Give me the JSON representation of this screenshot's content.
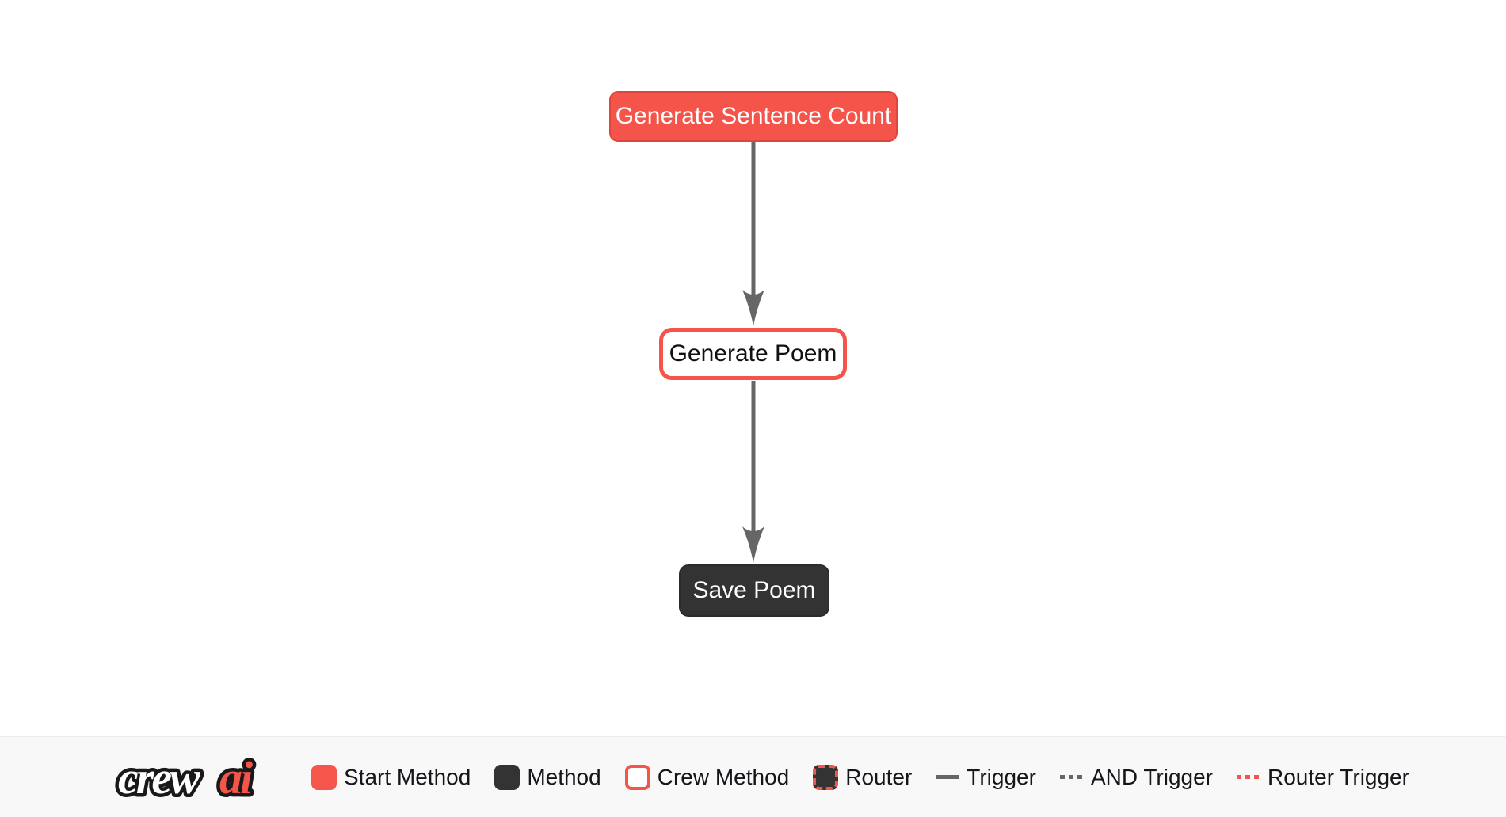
{
  "diagram": {
    "nodes": [
      {
        "id": "generate_sentence_count",
        "label": "Generate Sentence Count",
        "type": "start-method"
      },
      {
        "id": "generate_poem",
        "label": "Generate Poem",
        "type": "crew-method"
      },
      {
        "id": "save_poem",
        "label": "Save Poem",
        "type": "method"
      }
    ],
    "edges": [
      {
        "from": "generate_sentence_count",
        "to": "generate_poem",
        "type": "trigger"
      },
      {
        "from": "generate_poem",
        "to": "save_poem",
        "type": "trigger"
      }
    ]
  },
  "legend": {
    "logo": {
      "part1": "crew",
      "part2": "ai"
    },
    "items": [
      {
        "label": "Start Method",
        "swatch": "start-method-swatch"
      },
      {
        "label": "Method",
        "swatch": "method-swatch"
      },
      {
        "label": "Crew Method",
        "swatch": "crew-method-swatch"
      },
      {
        "label": "Router",
        "swatch": "router-swatch"
      },
      {
        "label": "Trigger",
        "swatch": "trigger-line"
      },
      {
        "label": "AND Trigger",
        "swatch": "and-trigger-line"
      },
      {
        "label": "Router Trigger",
        "swatch": "router-trigger-line"
      }
    ]
  },
  "colors": {
    "accent_red": "#f5544a",
    "node_dark": "#333333",
    "edge_gray": "#666666",
    "legend_background": "#f8f8f9"
  }
}
